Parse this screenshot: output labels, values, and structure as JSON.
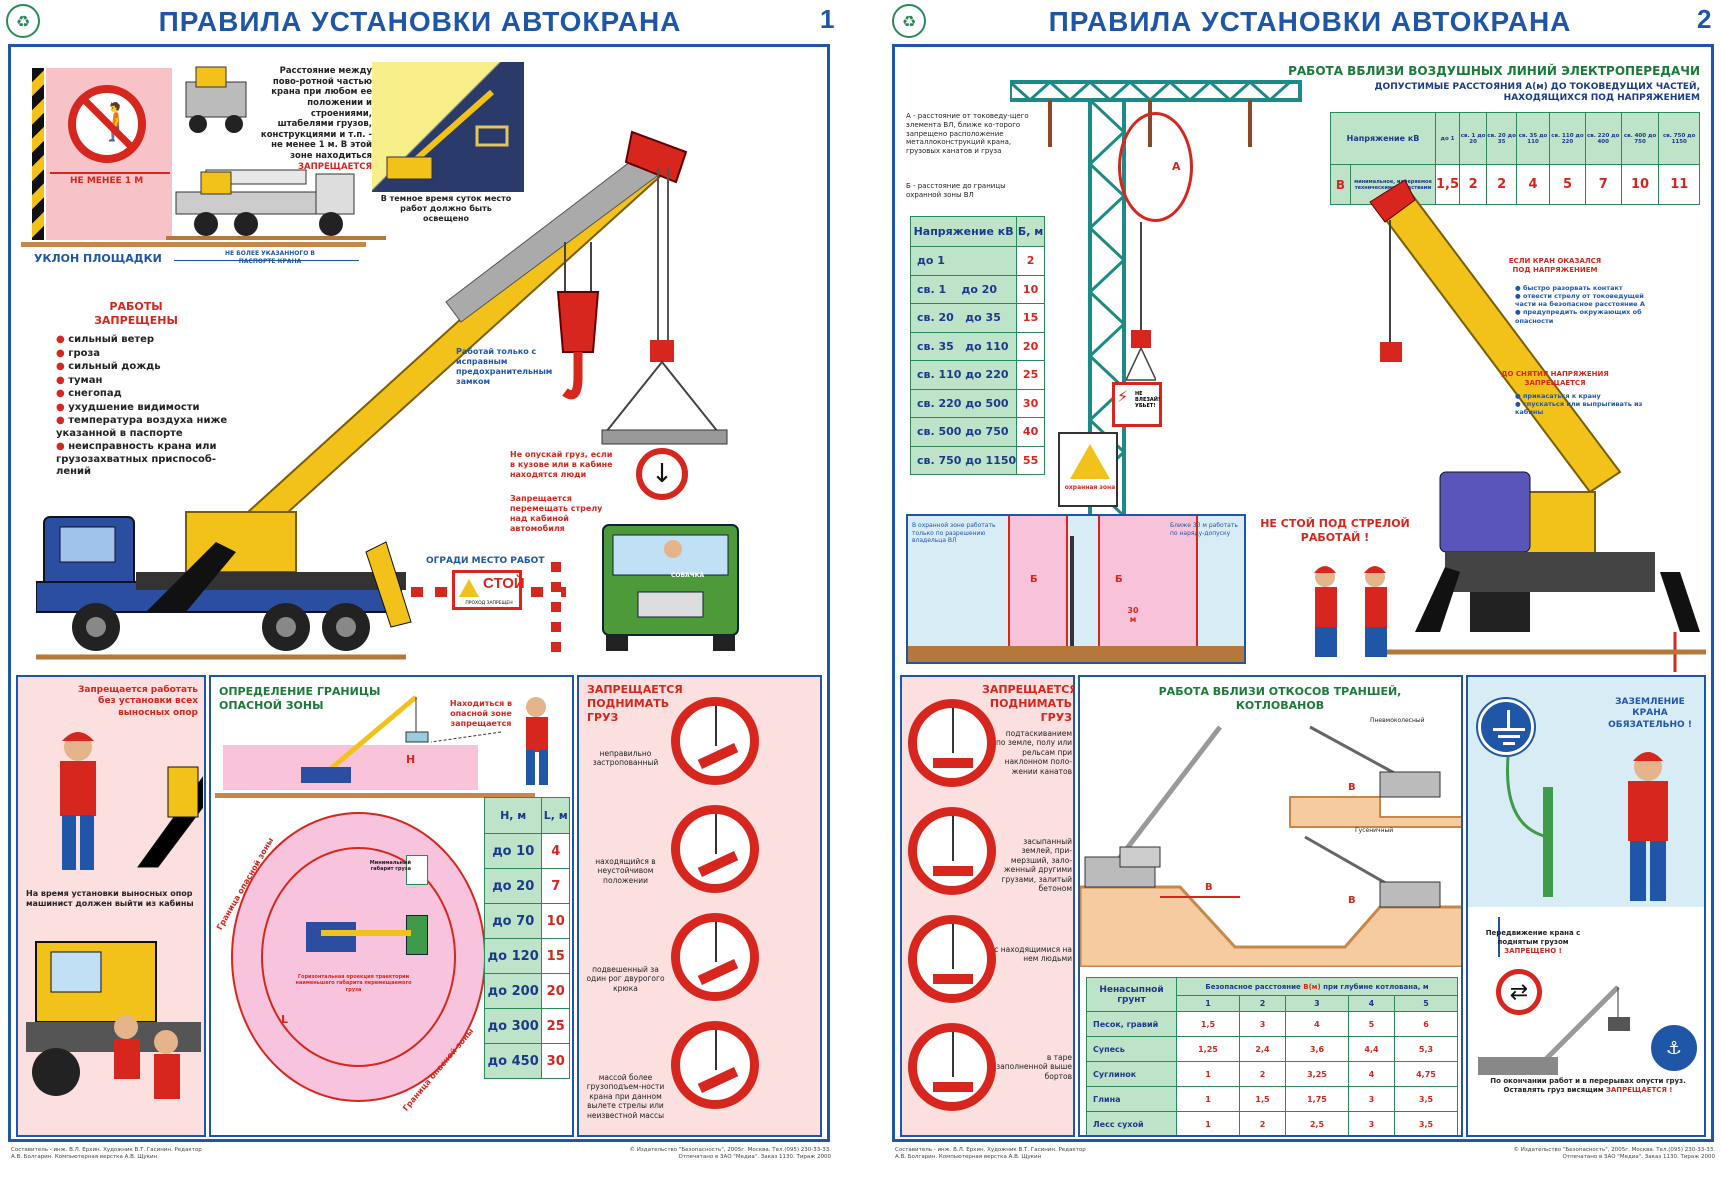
{
  "poster1": {
    "title": "ПРАВИЛА УСТАНОВКИ АВТОКРАНА",
    "number": "1",
    "min_distance_label": "НЕ МЕНЕЕ 1 М",
    "distance_text": "Расстояние между пово-ротной частью крана при любом ее положении и строениями, штабелями грузов, конструкциями и т.п. - не менее 1 м. В этой зоне находиться",
    "distance_text_forbidden": "ЗАПРЕЩАЕТСЯ",
    "dark_time_text": "В темное время суток место работ должно быть освещено",
    "slope_label": "УКЛОН ПЛОЩАДКИ",
    "slope_note": "НЕ БОЛЕЕ УКАЗАННОГО В ПАСПОРТЕ КРАНА",
    "work_forbidden_title": "РАБОТЫ ЗАПРЕЩЕНЫ",
    "work_forbidden_items": [
      "сильный ветер",
      "гроза",
      "сильный дождь",
      "туман",
      "снегопад",
      "ухудшение видимости",
      "температура воздуха ниже указанной в паспорте",
      "неисправность крана или грузозахватных приспособ-лений"
    ],
    "hook_note": "Работай только с исправным предохранительным замком",
    "no_lower_load": "Не опускай груз, если в кузове или в кабине находятся люди",
    "no_move_boom": "Запрещается перемещать стрелу над кабиной автомобиля",
    "fence_label": "ОГРАДИ МЕСТО РАБОТ",
    "stop_sign": "СТОЙ",
    "stop_sign_sub": "ПРОХОД ЗАПРЕЩЕН",
    "truck_plate": "СОБАЧКА",
    "outriggers_forbidden": "Запрещается работать без установки всех выносных опор",
    "operator_exit": "На время установки выносных опор машинист должен выйти из кабины",
    "danger_zone_title": "ОПРЕДЕЛЕНИЕ ГРАНИЦЫ ОПАСНОЙ ЗОНЫ",
    "danger_zone_forbidden": "Находиться в опасной зоне запрещается",
    "h_label": "H",
    "l_label": "L",
    "zone_border_label": "Граница опасной зоны",
    "gauge_label": "Минимальный габарит груза",
    "horizontal_projection": "Горизонтальная проекция траектории наименьшего габарита перемещаемого груза",
    "hl_table": {
      "headers": [
        "H, м",
        "L, м"
      ],
      "rows": [
        [
          "до 10",
          "4"
        ],
        [
          "до 20",
          "7"
        ],
        [
          "до 70",
          "10"
        ],
        [
          "до 120",
          "15"
        ],
        [
          "до 200",
          "20"
        ],
        [
          "до 300",
          "25"
        ],
        [
          "до 450",
          "30"
        ]
      ]
    },
    "lift_forbidden_title": "ЗАПРЕЩАЕТСЯ ПОДНИМАТЬ ГРУЗ",
    "lift_forbidden_items": [
      "неправильно застропованный",
      "находящийся в неустойчивом положении",
      "подвешенный за один рог двурогого крюка",
      "массой более грузоподъем-ности крана при данном вылете стрелы или неизвестной массы"
    ],
    "footer_left": "Составитель - инж. В.Л. Ерхин. Художник В.Т. Гасинин. Редактор А.В. Болгарин. Компьютерная верстка А.В. Щукин",
    "footer_right": "© Издательство \"Безопасность\", 2005г. Москва. Тел.(095) 230-33-33. Отпечатано в ЗАО \"Медиа\". Заказ 1130. Тираж 2000"
  },
  "poster2": {
    "title": "ПРАВИЛА УСТАНОВКИ АВТОКРАНА",
    "number": "2",
    "power_lines_title": "РАБОТА ВБЛИЗИ ВОЗДУШНЫХ ЛИНИЙ ЭЛЕКТРОПЕРЕДАЧИ",
    "power_lines_sub": "ДОПУСТИМЫЕ РАССТОЯНИЯ А(м) ДО ТОКОВЕДУЩИХ ЧАСТЕЙ, НАХОДЯЩИХСЯ ПОД НАПРЯЖЕНИЕМ",
    "a_def": "А - расстояние от токоведу-щего элемента ВЛ, ближе ко-торого запрещено расположение металлоконструкций крана, грузовых канатов и груза",
    "b_def": "Б - расстояние до границы охранной зоны ВЛ",
    "a_label": "А",
    "b_label": "Б",
    "b_table": {
      "headers": [
        "Напряжение кВ",
        "Б, м"
      ],
      "rows": [
        [
          "до 1",
          "2"
        ],
        [
          "св. 1    до 20",
          "10"
        ],
        [
          "св. 20   до 35",
          "15"
        ],
        [
          "св. 35   до 110",
          "20"
        ],
        [
          "св. 110 до 220",
          "25"
        ],
        [
          "св. 220 до 500",
          "30"
        ],
        [
          "св. 500 до 750",
          "40"
        ],
        [
          "св. 750 до 1150",
          "55"
        ]
      ]
    },
    "a_table": {
      "header_label": "Напряжение кВ",
      "cols": [
        "до 1",
        "св. 1 до 20",
        "св. 20 до 35",
        "св. 35 до 110",
        "св. 110 до 220",
        "св. 220 до 400",
        "св. 400 до 750",
        "св. 750 до 1150"
      ],
      "row_label": "В",
      "row_desc": "минимальное, измеряемое техническими средствами",
      "values": [
        "1,5",
        "2",
        "2",
        "4",
        "5",
        "7",
        "10",
        "11"
      ]
    },
    "security_zone_label": "охранная зона",
    "not_near_sign": "НЕ ВЛЕЗАЙ! УБЬЕТ!",
    "zone_permit_left": "В охранной зоне работать только по разрешению владельца ВЛ",
    "zone_permit_right": "Ближе 30 м работать по наряду-допуску",
    "b_mark": "Б",
    "thirty_m": "30 м",
    "under_voltage_title": "ЕСЛИ КРАН ОКАЗАЛСЯ ПОД НАПРЯЖЕНИЕМ",
    "under_voltage_items": [
      "быстро разорвать контакт",
      "отвести стрелу от токоведущей части на безопасное расстояние А",
      "предупредить окружающих об опасности"
    ],
    "until_off_title": "ДО СНЯТИЯ НАПРЯЖЕНИЯ ЗАПРЕЩАЕТСЯ",
    "until_off_items": [
      "прикасаться к крану",
      "спускаться или выпрыгивать из кабины"
    ],
    "dont_stand": "НЕ СТОЙ ПОД СТРЕЛОЙ РАБОТАЙ !",
    "lift_forbidden_title": "ЗАПРЕЩАЕТСЯ ПОДНИМАТЬ ГРУЗ",
    "lift_forbidden_items": [
      "подтаскиванием по земле, полу или рельсам при наклонном поло-жении канатов",
      "засыпанный землей, при-мерзший, зало-женный другими грузами, залитый бетоном",
      "с находящимися на нем людьми",
      "в таре заполненной выше бортов"
    ],
    "slopes_title": "РАБОТА ВБЛИЗИ ОТКОСОВ ТРАНШЕЙ, КОТЛОВАНОВ",
    "pneumatic": "Пневмоколесный",
    "tracked": "Гусеничный",
    "b_dist": "В",
    "soil_table": {
      "col1": "Ненасыпной грунт",
      "title_a": "Безопасное расстояние ",
      "title_b": "В(м)",
      "title_c": " при глубине котлована, м",
      "depths": [
        "1",
        "2",
        "3",
        "4",
        "5"
      ],
      "rows": [
        [
          "Песок, гравий",
          "1,5",
          "3",
          "4",
          "5",
          "6"
        ],
        [
          "Супесь",
          "1,25",
          "2,4",
          "3,6",
          "4,4",
          "5,3"
        ],
        [
          "Суглинок",
          "1",
          "2",
          "3,25",
          "4",
          "4,75"
        ],
        [
          "Глина",
          "1",
          "1,5",
          "1,75",
          "3",
          "3,5"
        ],
        [
          "Лесс сухой",
          "1",
          "2",
          "2,5",
          "3",
          "3,5"
        ]
      ]
    },
    "grounding": "ЗАЗЕМЛЕНИЕ КРАНА ОБЯЗАТЕЛЬНО !",
    "moving_forbidden_a": "Передвижение крана с поднятым грузом",
    "moving_forbidden_b": "ЗАПРЕЩЕНО !",
    "leave_load_a": "По окончании работ и в перерывах опусти груз. Оставлять груз висящим",
    "leave_load_b": "ЗАПРЕЩАЕТСЯ !",
    "footer_left": "Составитель - инж. В.Л. Ерхин. Художник В.Т. Гасинин. Редактор А.В. Болгарин. Компьютерная верстка А.В. Щукин",
    "footer_right": "© Издательство \"Безопасность\", 2005г. Москва. Тел.(095) 230-33-33. Отпечатано в ЗАО \"Медиа\". Заказ 1130. Тираж 2000"
  },
  "colors": {
    "frame": "#1f56a8",
    "danger": "#d7261e",
    "crane": "#f2c21b",
    "table_green": "#bfe3c8",
    "panel_pink": "#fbe0df"
  }
}
